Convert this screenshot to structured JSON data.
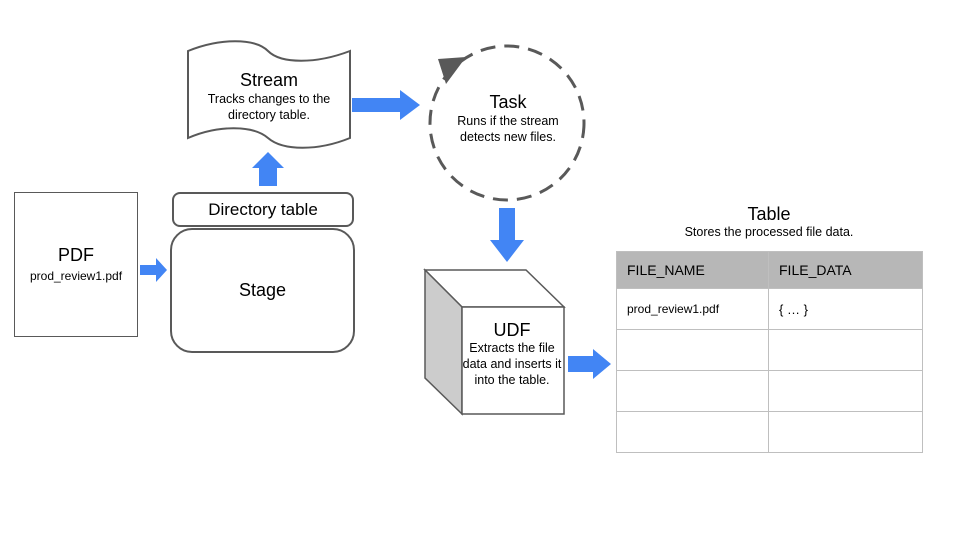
{
  "pdf": {
    "title": "PDF",
    "filename": "prod_review1.pdf"
  },
  "directory_table": {
    "label": "Directory table"
  },
  "stage": {
    "label": "Stage"
  },
  "stream": {
    "title": "Stream",
    "description": "Tracks changes to the directory table."
  },
  "task": {
    "title": "Task",
    "description": "Runs if the stream detects new files."
  },
  "udf": {
    "title": "UDF",
    "description": "Extracts the file data and inserts it into the table."
  },
  "table": {
    "title": "Table",
    "subtitle": "Stores the processed file data.",
    "columns": [
      "FILE_NAME",
      "FILE_DATA"
    ],
    "rows": [
      [
        "prod_review1.pdf",
        "{ … }"
      ],
      [
        "",
        ""
      ],
      [
        "",
        ""
      ],
      [
        "",
        ""
      ]
    ]
  },
  "colors": {
    "arrow": "#4285f4",
    "border": "#595959",
    "header_fill": "#b7b7b7",
    "cube_side": "#cccccc"
  }
}
